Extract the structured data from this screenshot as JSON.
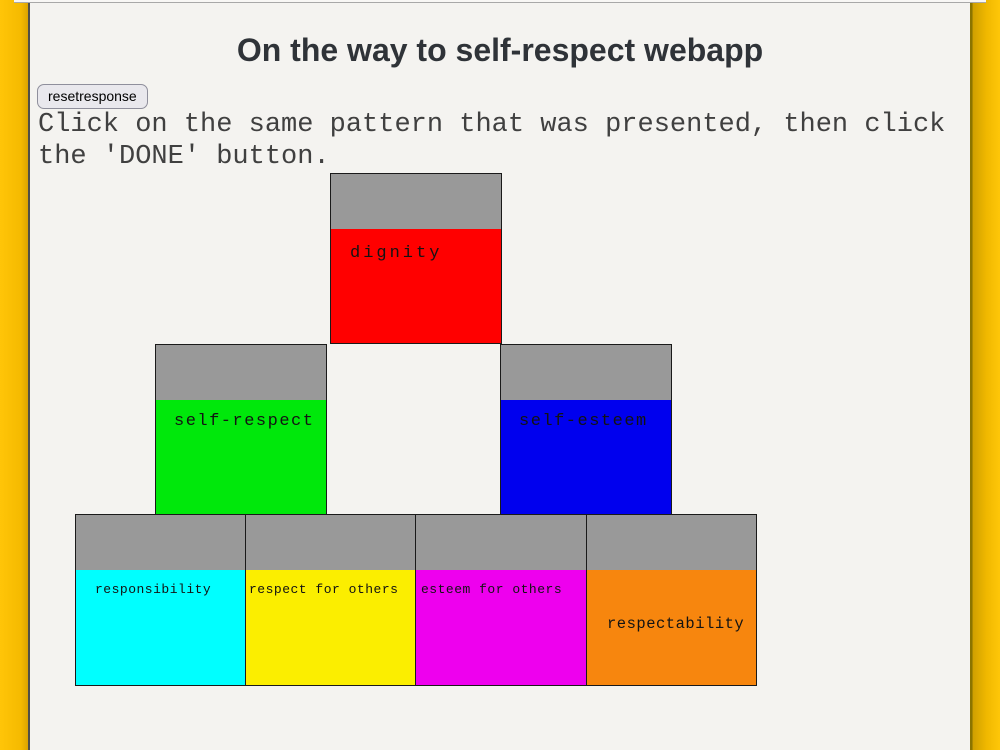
{
  "page": {
    "title": "On the way to self-respect webapp",
    "instructions": "Click on the same pattern that was presented, then click the 'DONE' button."
  },
  "toolbar": {
    "reset_button_label": "resetresponse"
  },
  "theme": {
    "frame_color": "#ffc508",
    "content_bg": "#f4f3f0",
    "block_header_color": "#999999",
    "block_border_color": "#1a1a1a",
    "title_color": "#2f3338"
  },
  "pyramid": {
    "blocks": [
      {
        "label": "dignity",
        "color": "#ff0000"
      },
      {
        "label": "self-respect",
        "color": "#00e80b"
      },
      {
        "label": "self-esteem",
        "color": "#0000ee"
      },
      {
        "label": "responsibility",
        "color": "#00ffff"
      },
      {
        "label": "respect for others",
        "color": "#fbee00"
      },
      {
        "label": "esteem for others",
        "color": "#ee00ee"
      },
      {
        "label": "respectability",
        "color": "#f7860e"
      }
    ]
  }
}
